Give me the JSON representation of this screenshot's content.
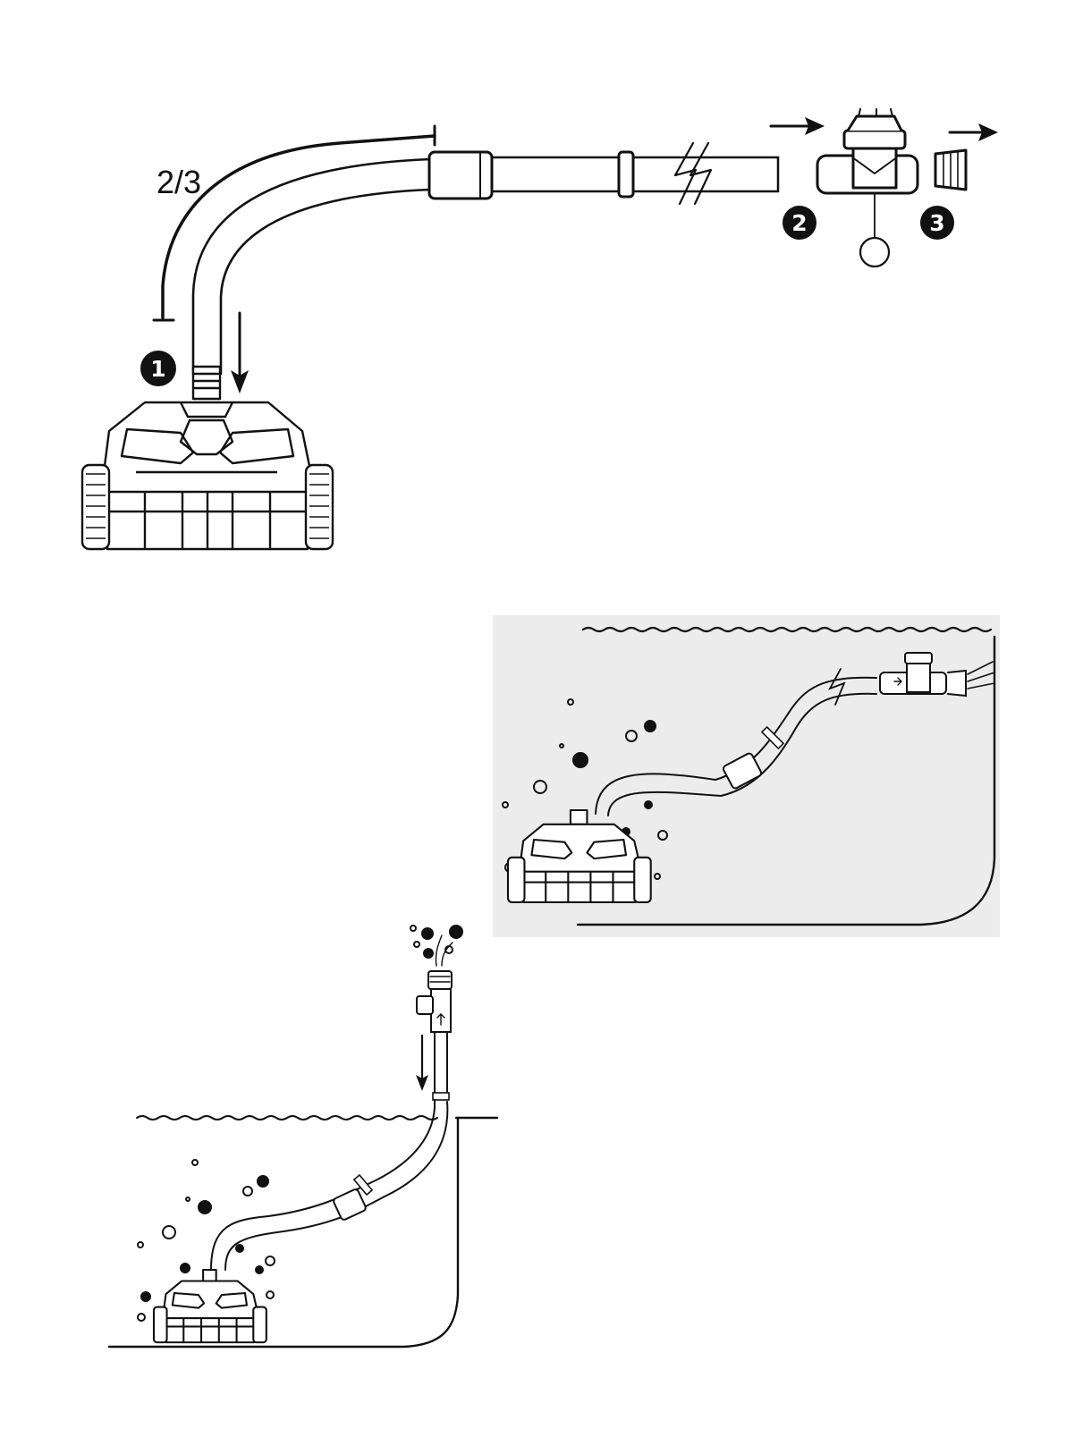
{
  "diagram": {
    "length_label": "2/3",
    "steps": [
      {
        "number": "1"
      },
      {
        "number": "2"
      },
      {
        "number": "3"
      }
    ]
  }
}
